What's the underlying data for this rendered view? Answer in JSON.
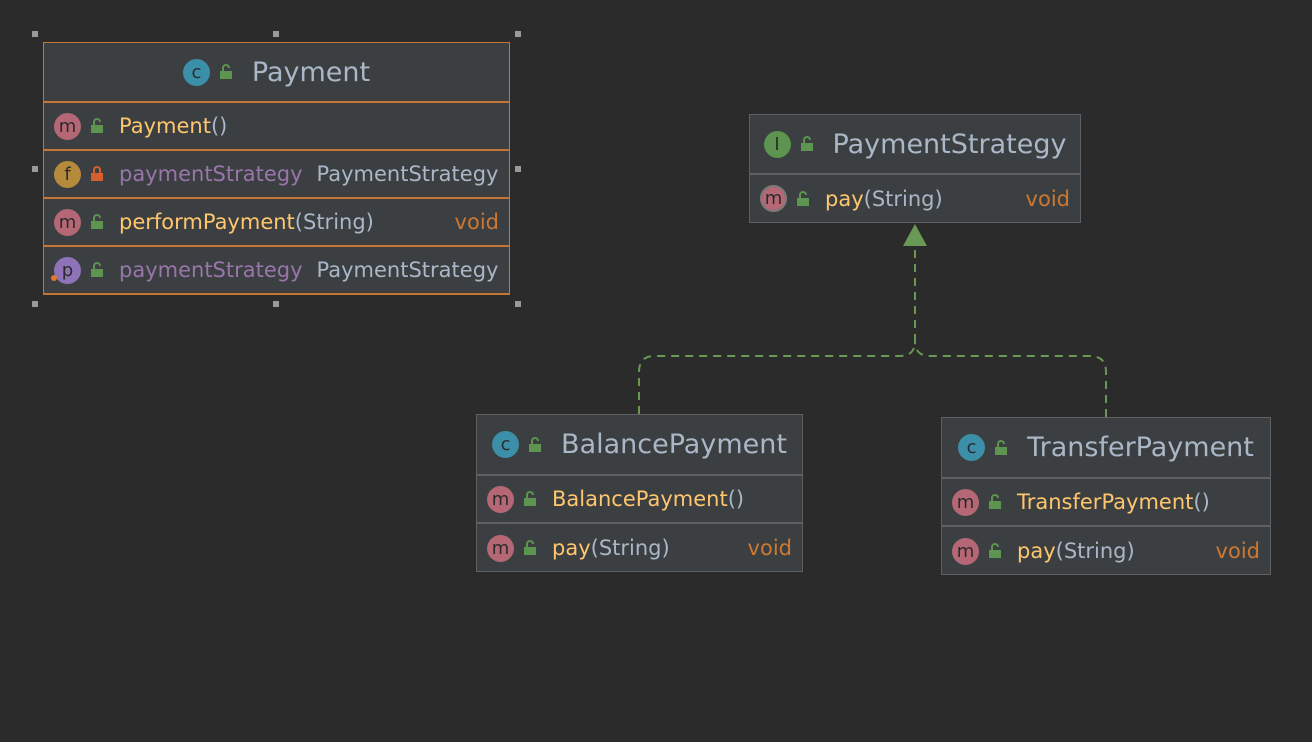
{
  "classes": {
    "payment": {
      "kind": "C",
      "name": "Payment",
      "rows": [
        {
          "badge": "m",
          "name": "Payment",
          "params": "()",
          "type": "",
          "ret": ""
        },
        {
          "badge": "f",
          "name": "paymentStrategy",
          "params": "",
          "type": "PaymentStrategy",
          "ret": ""
        },
        {
          "badge": "m",
          "name": "performPayment",
          "params": "(String)",
          "type": "",
          "ret": "void"
        },
        {
          "badge": "p",
          "name": "paymentStrategy",
          "params": "",
          "type": "PaymentStrategy",
          "ret": ""
        }
      ]
    },
    "paymentStrategy": {
      "kind": "I",
      "name": "PaymentStrategy",
      "rows": [
        {
          "badge": "m",
          "name": "pay",
          "params": "(String)",
          "ret": "void"
        }
      ]
    },
    "balancePayment": {
      "kind": "C",
      "name": "BalancePayment",
      "rows": [
        {
          "badge": "m",
          "name": "BalancePayment",
          "params": "()",
          "ret": ""
        },
        {
          "badge": "m",
          "name": "pay",
          "params": "(String)",
          "ret": "void"
        }
      ]
    },
    "transferPayment": {
      "kind": "C",
      "name": "TransferPayment",
      "rows": [
        {
          "badge": "m",
          "name": "TransferPayment",
          "params": "()",
          "ret": ""
        },
        {
          "badge": "m",
          "name": "pay",
          "params": "(String)",
          "ret": "void"
        }
      ]
    }
  },
  "badges": {
    "c": "c",
    "i": "I",
    "m": "m",
    "f": "f",
    "p": "p"
  },
  "colors": {
    "background": "#2b2b2b",
    "node_fill": "#3c3f41",
    "selection": "#c57633",
    "method_name": "#ffc66d",
    "field_name": "#9876aa",
    "return_type": "#cc7832",
    "realization_arrow": "#6a9955"
  },
  "icons": {
    "public": "unlocked-padlock-icon",
    "private": "locked-padlock-icon"
  }
}
